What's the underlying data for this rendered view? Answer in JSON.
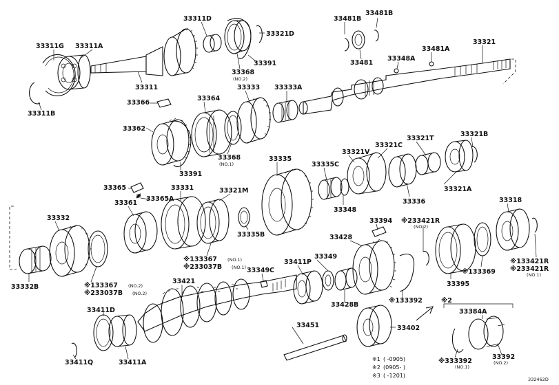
{
  "parts": [
    {
      "id": "p-33311g",
      "number": "33311G"
    },
    {
      "id": "p-33311a",
      "number": "33311A"
    },
    {
      "id": "p-33311b",
      "number": "33311B"
    },
    {
      "id": "p-33311",
      "number": "33311"
    },
    {
      "id": "p-33311d",
      "number": "33311D"
    },
    {
      "id": "p-33321d",
      "number": "33321D"
    },
    {
      "id": "p-33391-top",
      "number": "33391"
    },
    {
      "id": "p-33368-top",
      "number": "33368",
      "qualifier": "(NO.2)"
    },
    {
      "id": "p-33481b-left",
      "number": "33481B"
    },
    {
      "id": "p-33481b-right",
      "number": "33481B"
    },
    {
      "id": "p-33481",
      "number": "33481"
    },
    {
      "id": "p-33348a",
      "number": "33348A"
    },
    {
      "id": "p-33481a",
      "number": "33481A"
    },
    {
      "id": "p-33321",
      "number": "33321"
    },
    {
      "id": "p-33366",
      "number": "33366"
    },
    {
      "id": "p-33364",
      "number": "33364"
    },
    {
      "id": "p-33333",
      "number": "33333"
    },
    {
      "id": "p-33333a",
      "number": "33333A"
    },
    {
      "id": "p-33362",
      "number": "33362"
    },
    {
      "id": "p-33391-mid",
      "number": "33391"
    },
    {
      "id": "p-33368-mid",
      "number": "33368",
      "qualifier": "(NO.1)"
    },
    {
      "id": "p-33321t",
      "number": "33321T"
    },
    {
      "id": "p-33321b",
      "number": "33321B"
    },
    {
      "id": "p-33321c",
      "number": "33321C"
    },
    {
      "id": "p-33321v",
      "number": "33321V"
    },
    {
      "id": "p-33335c",
      "number": "33335C"
    },
    {
      "id": "p-33335",
      "number": "33335"
    },
    {
      "id": "p-33321a",
      "number": "33321A"
    },
    {
      "id": "p-33336",
      "number": "33336"
    },
    {
      "id": "p-33348",
      "number": "33348"
    },
    {
      "id": "p-33365",
      "number": "33365"
    },
    {
      "id": "p-33331",
      "number": "33331"
    },
    {
      "id": "p-33321m",
      "number": "33321M"
    },
    {
      "id": "p-33365a",
      "number": "33365A"
    },
    {
      "id": "p-33361",
      "number": "33361"
    },
    {
      "id": "p-33335b",
      "number": "33335B"
    },
    {
      "id": "p-33332",
      "number": "33332"
    },
    {
      "id": "p-33394",
      "number": "33394"
    },
    {
      "id": "p-233421r-no2",
      "number": "※233421R",
      "qualifier": "(NO.2)"
    },
    {
      "id": "p-33318",
      "number": "33318"
    },
    {
      "id": "p-33428",
      "number": "33428"
    },
    {
      "id": "p-133367-no1",
      "number": "※133367",
      "qualifier": "(NO.1)"
    },
    {
      "id": "p-233037b-no1",
      "number": "※233037B",
      "qualifier": "(NO.1)"
    },
    {
      "id": "p-33349",
      "number": "33349"
    },
    {
      "id": "p-33411p",
      "number": "33411P"
    },
    {
      "id": "p-33349c",
      "number": "33349C"
    },
    {
      "id": "p-133369",
      "number": "※133369"
    },
    {
      "id": "p-133421r",
      "number": "※133421R"
    },
    {
      "id": "p-233421r-no1",
      "number": "※233421R",
      "qualifier": "(NO.1)"
    },
    {
      "id": "p-33395",
      "number": "33395"
    },
    {
      "id": "p-33332b",
      "number": "33332B"
    },
    {
      "id": "p-133367-no2",
      "number": "※133367",
      "qualifier": "(NO.2)"
    },
    {
      "id": "p-233037b-no2",
      "number": "※233037B",
      "qualifier": "(NO.2)"
    },
    {
      "id": "p-33421",
      "number": "33421"
    },
    {
      "id": "p-33428b",
      "number": "33428B"
    },
    {
      "id": "p-133392-mid",
      "number": "※133392"
    },
    {
      "id": "p-33411d",
      "number": "33411D"
    },
    {
      "id": "p-33451",
      "number": "33451"
    },
    {
      "id": "p-33402",
      "number": "33402"
    },
    {
      "id": "p-33384a",
      "number": "33384A"
    },
    {
      "id": "p-33411q",
      "number": "33411Q"
    },
    {
      "id": "p-33411a",
      "number": "33411A"
    },
    {
      "id": "p-333392-no1",
      "number": "※333392",
      "qualifier": "(NO.1)"
    },
    {
      "id": "p-33392-no2",
      "number": "33392",
      "qualifier": "(NO.2)"
    }
  ],
  "group_marker": "※2",
  "footnotes": [
    {
      "mark": "※1",
      "range": "(       -0905)"
    },
    {
      "mark": "※2",
      "range": "(0905-       )"
    },
    {
      "mark": "※3",
      "range": "(       -1201)"
    }
  ],
  "diagram_code": "332462D"
}
